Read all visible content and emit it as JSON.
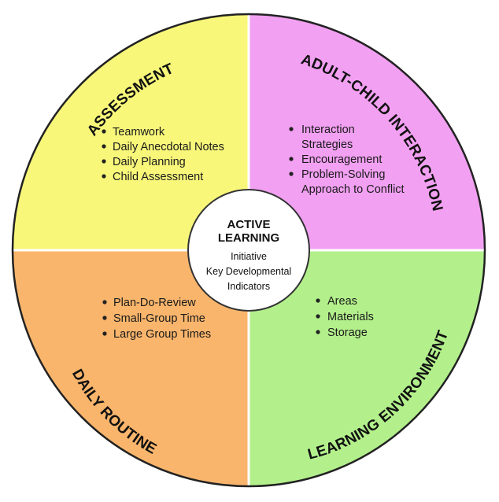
{
  "center": {
    "title_line1": "ACTIVE",
    "title_line2": "LEARNING",
    "items": [
      "Initiative",
      "Key Developmental",
      "Indicators"
    ]
  },
  "quadrants": {
    "assessment": {
      "title": "ASSESSMENT",
      "color": "#f8f77a",
      "items": [
        "Teamwork",
        "Daily Anecdotal Notes",
        "Daily Planning",
        "Child Assessment"
      ]
    },
    "adult_child": {
      "title": "ADULT-CHILD INTERACTION",
      "color": "#f2a0f2",
      "items": [
        "Interaction",
        "Strategies",
        "Encouragement",
        "Problem-Solving",
        "Approach to Conflict"
      ]
    },
    "daily_routine": {
      "title": "DAILY ROUTINE",
      "color": "#f9b56c",
      "items": [
        "Plan-Do-Review",
        "Small-Group Time",
        "Large Group Times"
      ]
    },
    "learning_env": {
      "title": "LEARNING ENVIRONMENT",
      "color": "#b3f08c",
      "items": [
        "Areas",
        "Materials",
        "Storage"
      ]
    }
  }
}
